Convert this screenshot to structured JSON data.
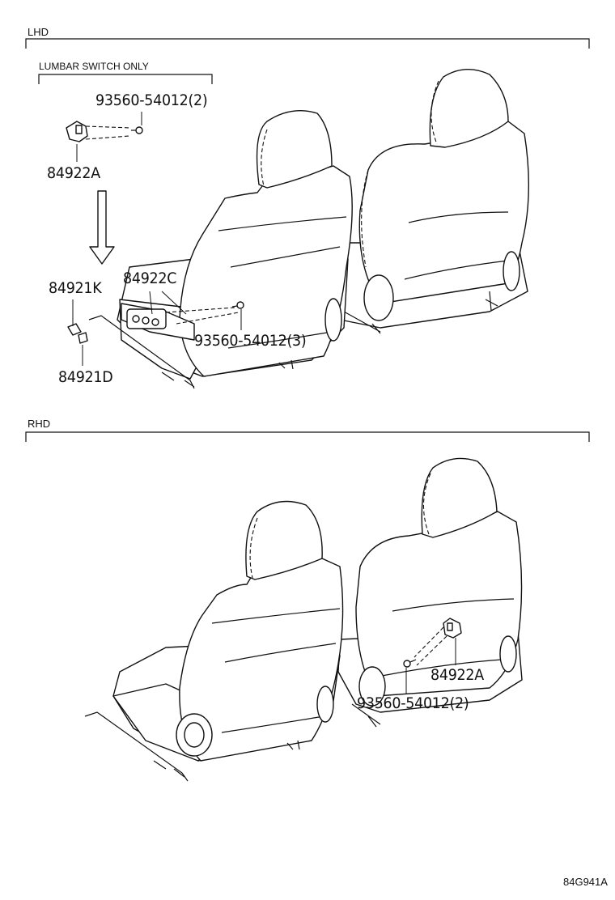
{
  "sections": {
    "lhd": "LHD",
    "rhd": "RHD"
  },
  "lhd": {
    "note": "LUMBAR SWITCH ONLY",
    "parts": {
      "screw_top": "93560-54012(2)",
      "switch_a": "84922A",
      "knob_k": "84921K",
      "switch_c": "84922C",
      "screw_mid": "93560-54012(3)",
      "knob_d": "84921D"
    }
  },
  "rhd": {
    "parts": {
      "switch_a": "84922A",
      "screw": "93560-54012(2)"
    }
  },
  "illustration_code": "84G941A"
}
